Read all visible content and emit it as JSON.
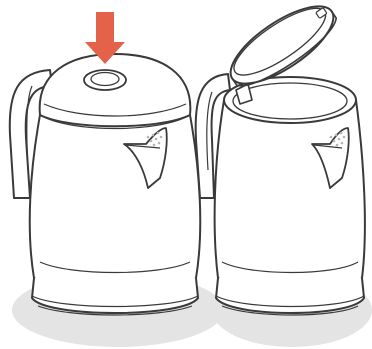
{
  "colors": {
    "background": "#ffffff",
    "outline": "#3a3a3a",
    "shadow": "#e4e4e4",
    "arrow": "#e4624a",
    "spout_dots": "#b5b5b5"
  },
  "panels": [
    {
      "id": "closed-kettle",
      "state": "lid closed",
      "shows_press_arrow": true
    },
    {
      "id": "open-kettle",
      "state": "lid open",
      "shows_press_arrow": false
    }
  ],
  "icons": [
    "down-arrow-icon",
    "lid-release-button-icon"
  ]
}
